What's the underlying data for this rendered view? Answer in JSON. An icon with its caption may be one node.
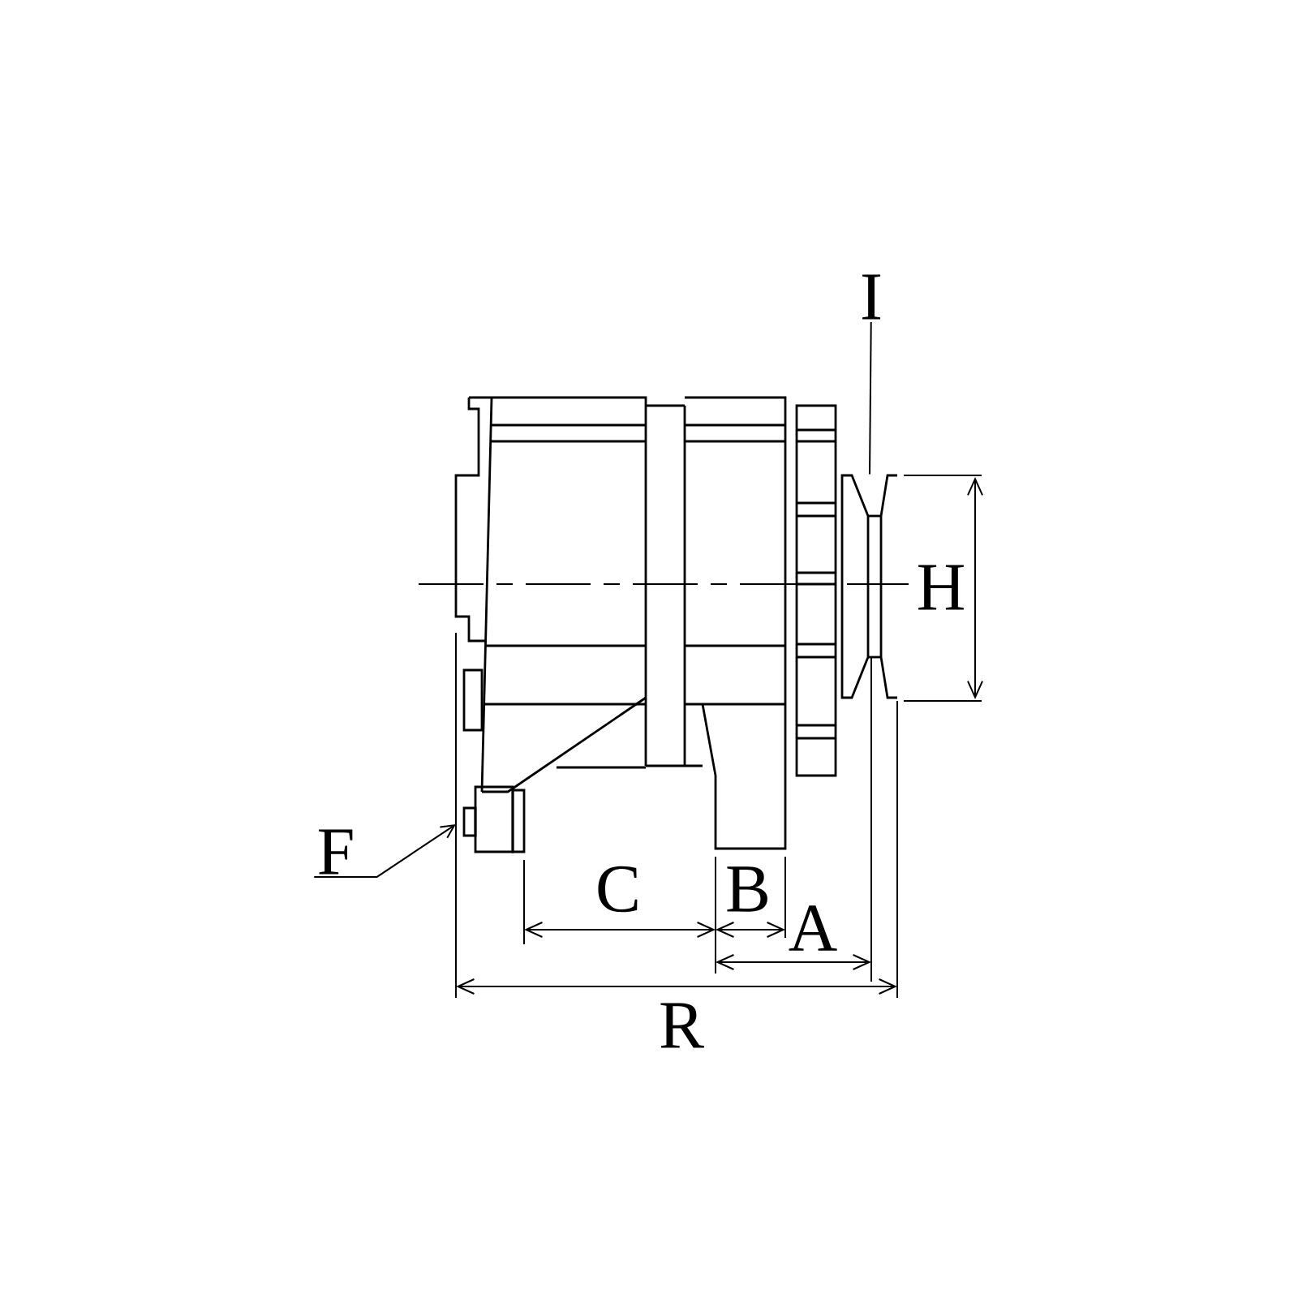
{
  "diagram": {
    "nodes": [
      {
        "text": [
          "I"
        ]
      },
      {
        "text": [],
        "shape": "picture"
      },
      {
        "text": [
          "F"
        ]
      },
      {
        "text": [],
        "shape": "box"
      }
    ],
    "edges": [
      {
        "from": 0,
        "to": 1,
        "arrow": "none"
      },
      {
        "from": 2,
        "to": 3,
        "arrow": "to"
      }
    ],
    "labels": [
      "H",
      "C",
      "B",
      "A",
      "R"
    ]
  }
}
